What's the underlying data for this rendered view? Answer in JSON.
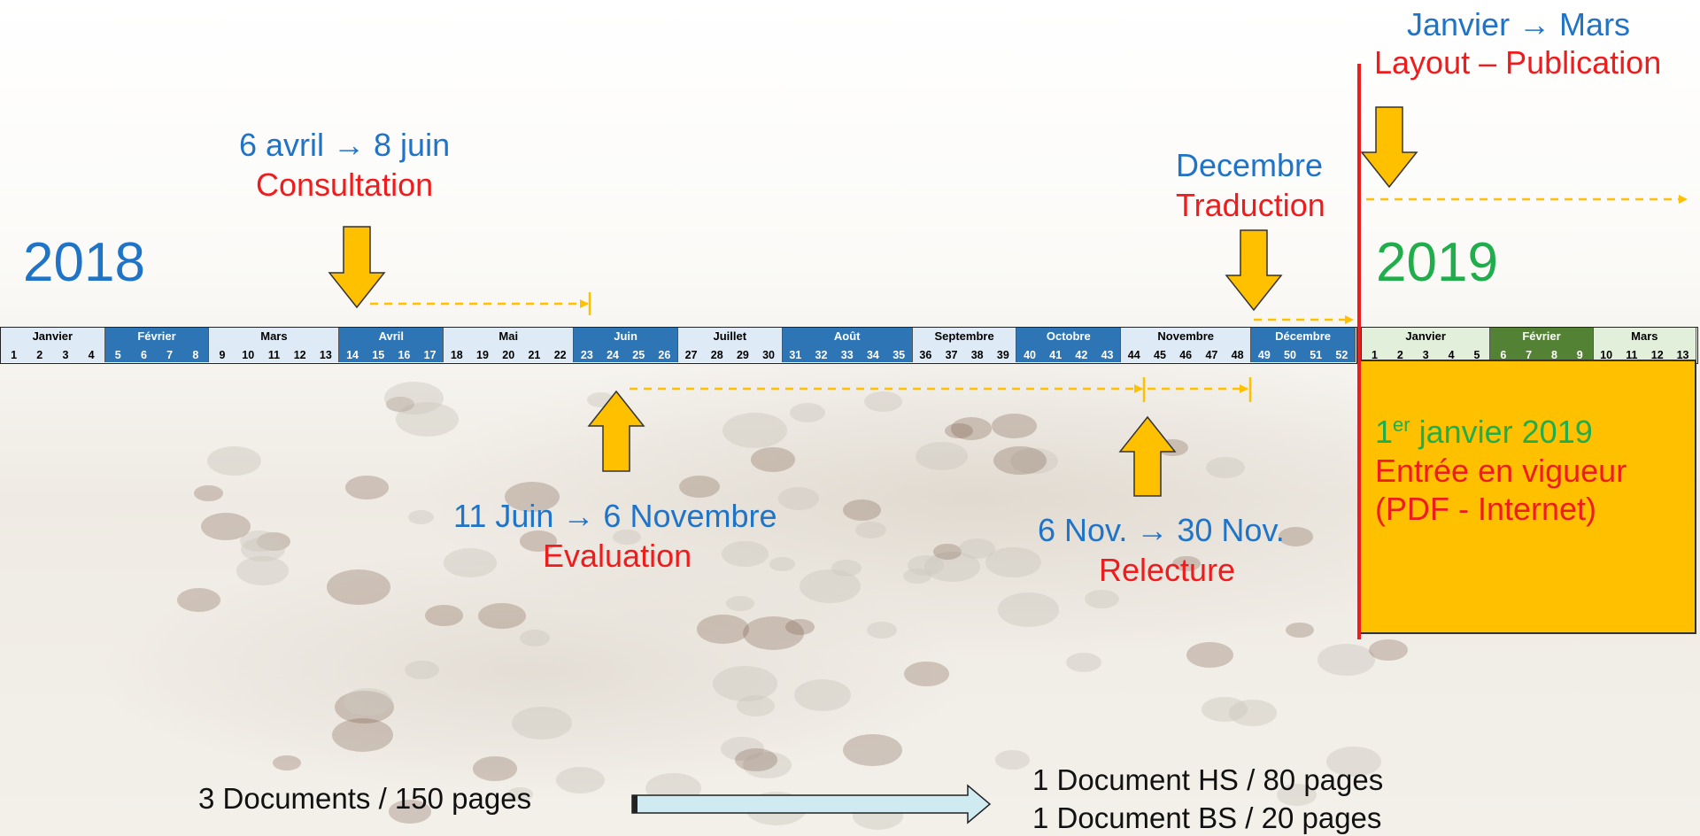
{
  "year_left": "2018",
  "year_right": "2019",
  "timeline_2018": [
    {
      "name": "Janvier",
      "weeks": [
        "1",
        "2",
        "3",
        "4"
      ],
      "style": "light"
    },
    {
      "name": "Février",
      "weeks": [
        "5",
        "6",
        "7",
        "8"
      ],
      "style": "dark"
    },
    {
      "name": "Mars",
      "weeks": [
        "9",
        "10",
        "11",
        "12",
        "13"
      ],
      "style": "light"
    },
    {
      "name": "Avril",
      "weeks": [
        "14",
        "15",
        "16",
        "17"
      ],
      "style": "dark"
    },
    {
      "name": "Mai",
      "weeks": [
        "18",
        "19",
        "20",
        "21",
        "22"
      ],
      "style": "light"
    },
    {
      "name": "Juin",
      "weeks": [
        "23",
        "24",
        "25",
        "26"
      ],
      "style": "dark"
    },
    {
      "name": "Juillet",
      "weeks": [
        "27",
        "28",
        "29",
        "30"
      ],
      "style": "light"
    },
    {
      "name": "Août",
      "weeks": [
        "31",
        "32",
        "33",
        "34",
        "35"
      ],
      "style": "dark"
    },
    {
      "name": "Septembre",
      "weeks": [
        "36",
        "37",
        "38",
        "39"
      ],
      "style": "light"
    },
    {
      "name": "Octobre",
      "weeks": [
        "40",
        "41",
        "42",
        "43"
      ],
      "style": "dark"
    },
    {
      "name": "Novembre",
      "weeks": [
        "44",
        "45",
        "46",
        "47",
        "48"
      ],
      "style": "light"
    },
    {
      "name": "Décembre",
      "weeks": [
        "49",
        "50",
        "51",
        "52"
      ],
      "style": "dark"
    }
  ],
  "timeline_2019": [
    {
      "name": "Janvier",
      "weeks": [
        "1",
        "2",
        "3",
        "4",
        "5"
      ],
      "style": "light"
    },
    {
      "name": "Février",
      "weeks": [
        "6",
        "7",
        "8",
        "9"
      ],
      "style": "dark"
    },
    {
      "name": "Mars",
      "weeks": [
        "10",
        "11",
        "12",
        "13"
      ],
      "style": "light"
    }
  ],
  "colors": {
    "light_2018": "#deebf7",
    "dark_2018": "#2e75b6",
    "light_2019": "#e2efda",
    "dark_2019": "#548235",
    "arrow_fill": "#ffc000",
    "dashed": "#ffc000",
    "red_line": "#ee1c1c"
  },
  "phases": {
    "consultation": {
      "dates": "6 avril → 8 juin",
      "label": "Consultation"
    },
    "evaluation": {
      "dates": "11 Juin → 6 Novembre",
      "label": "Evaluation"
    },
    "relecture": {
      "dates": "6 Nov. →  30 Nov.",
      "label": "Relecture"
    },
    "traduction": {
      "dates": "Decembre",
      "label": "Traduction"
    },
    "publication": {
      "dates": "Janvier → Mars",
      "label": "Layout – Publication"
    }
  },
  "entry": {
    "day": "1",
    "sup": "er",
    "date_rest": " janvier 2019",
    "line2": "Entrée en vigueur",
    "line3": "(PDF - Internet)"
  },
  "bottom": {
    "before": "3 Documents / 150 pages",
    "after_1": "1 Document HS / 80 pages",
    "after_2": "1 Document BS / 20 pages"
  }
}
